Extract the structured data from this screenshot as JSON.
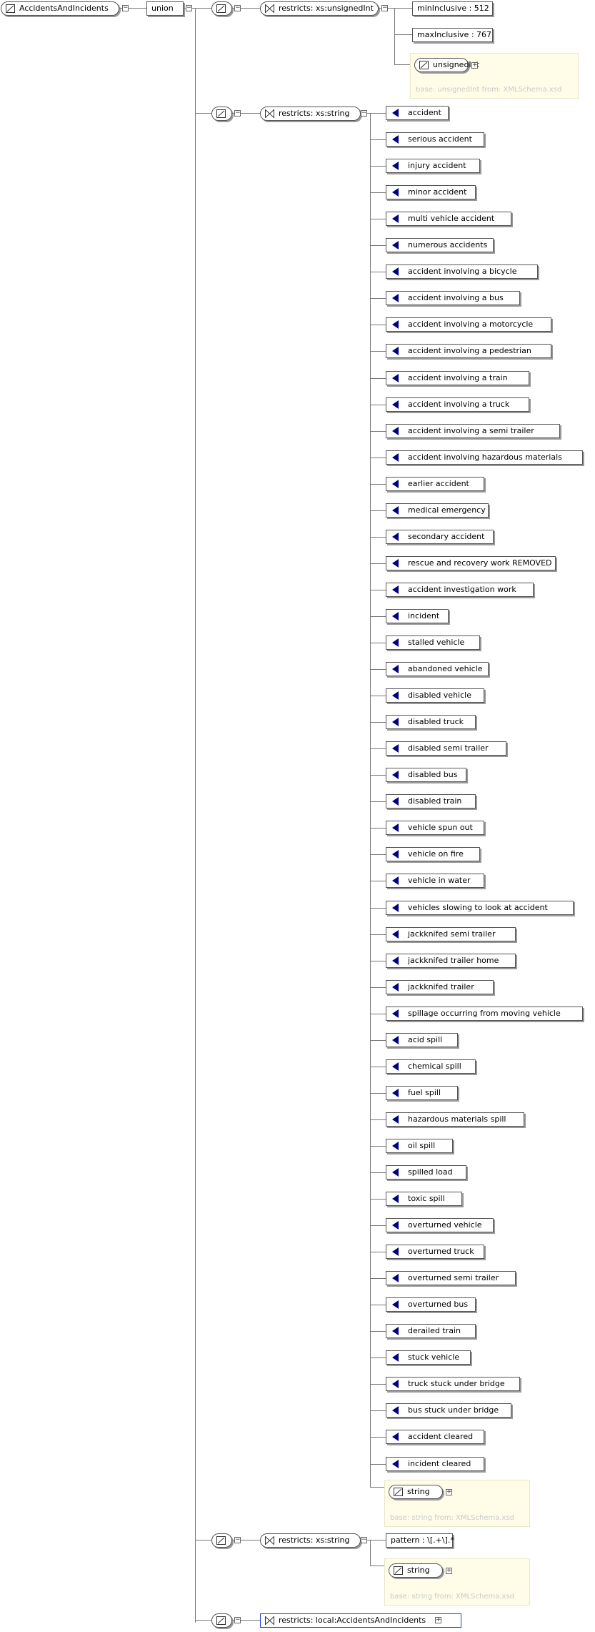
{
  "root_name": "AccidentsAndIncidents",
  "union_label": "union",
  "branch1": {
    "restriction": "restricts: xs:unsignedInt",
    "facets": [
      "minInclusive : 512",
      "maxInclusive : 767"
    ],
    "base_type": "unsignedInt",
    "base_note": "base: unsignedInt from: XMLSchema.xsd"
  },
  "branch2": {
    "restriction": "restricts: xs:string",
    "enumerations": [
      "accident",
      "serious accident",
      "injury accident",
      "minor accident",
      "multi vehicle accident",
      "numerous accidents",
      "accident involving a bicycle",
      "accident involving a bus",
      "accident involving a motorcycle",
      "accident involving a pedestrian",
      "accident involving a train",
      "accident involving a truck",
      "accident involving a semi trailer",
      "accident involving hazardous materials",
      "earlier accident",
      "medical emergency",
      "secondary accident",
      "rescue and recovery work REMOVED",
      "accident investigation work",
      "incident",
      "stalled vehicle",
      "abandoned vehicle",
      "disabled vehicle",
      "disabled truck",
      "disabled semi trailer",
      "disabled bus",
      "disabled train",
      "vehicle spun out",
      "vehicle on fire",
      "vehicle in water",
      "vehicles slowing to look at accident",
      "jackknifed semi trailer",
      "jackknifed trailer home",
      "jackknifed trailer",
      "spillage occurring from moving vehicle",
      "acid spill",
      "chemical spill",
      "fuel spill",
      "hazardous materials spill",
      "oil spill",
      "spilled load",
      "toxic spill",
      "overturned vehicle",
      "overturned truck",
      "overturned semi trailer",
      "overturned bus",
      "derailed train",
      "stuck vehicle",
      "truck stuck under bridge",
      "bus stuck under bridge",
      "accident cleared",
      "incident cleared"
    ],
    "base_type": "string",
    "base_note": "base: string from: XMLSchema.xsd"
  },
  "branch3": {
    "restriction": "restricts: xs:string",
    "facets": [
      "pattern : \\[.+\\].*"
    ],
    "base_type": "string",
    "base_note": "base: string from: XMLSchema.xsd"
  },
  "branch4": {
    "restriction": "restricts: local:AccidentsAndIncidents"
  },
  "colors": {
    "enum_triangle": "#000080",
    "annotation_bg": "#fffde8",
    "annotation_text": "#c9c9c9",
    "highlight_border": "#1c3fd0"
  }
}
